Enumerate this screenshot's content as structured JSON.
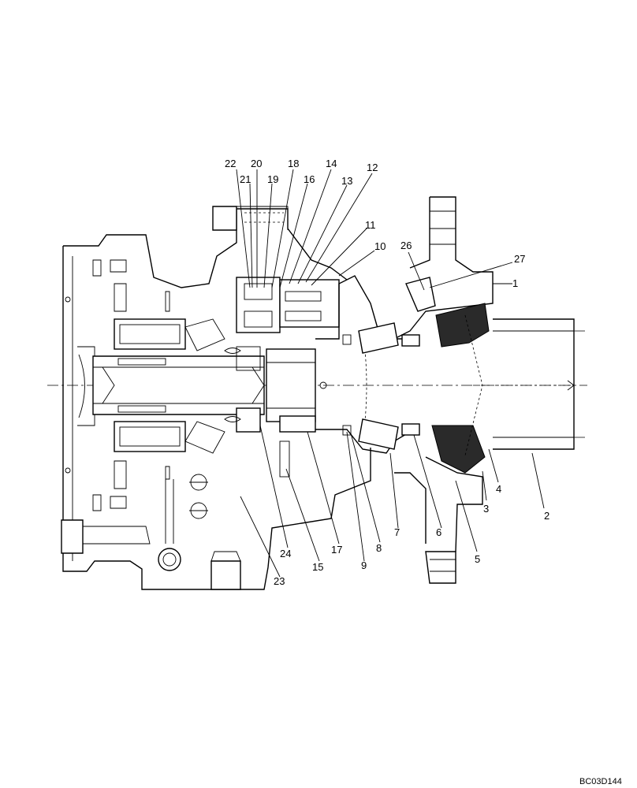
{
  "diagram": {
    "callouts": [
      {
        "id": "c22",
        "label": "22"
      },
      {
        "id": "c20",
        "label": "20"
      },
      {
        "id": "c18",
        "label": "18"
      },
      {
        "id": "c14",
        "label": "14"
      },
      {
        "id": "c12",
        "label": "12"
      },
      {
        "id": "c21",
        "label": "21"
      },
      {
        "id": "c19",
        "label": "19"
      },
      {
        "id": "c16",
        "label": "16"
      },
      {
        "id": "c13",
        "label": "13"
      },
      {
        "id": "c11",
        "label": "11"
      },
      {
        "id": "c10",
        "label": "10"
      },
      {
        "id": "c26",
        "label": "26"
      },
      {
        "id": "c27",
        "label": "27"
      },
      {
        "id": "c1",
        "label": "1"
      },
      {
        "id": "c2",
        "label": "2"
      },
      {
        "id": "c4",
        "label": "4"
      },
      {
        "id": "c3",
        "label": "3"
      },
      {
        "id": "c5",
        "label": "5"
      },
      {
        "id": "c6",
        "label": "6"
      },
      {
        "id": "c7",
        "label": "7"
      },
      {
        "id": "c8",
        "label": "8"
      },
      {
        "id": "c9",
        "label": "9"
      },
      {
        "id": "c17",
        "label": "17"
      },
      {
        "id": "c24",
        "label": "24"
      },
      {
        "id": "c15",
        "label": "15"
      },
      {
        "id": "c23",
        "label": "23"
      }
    ],
    "reference_code": "BC03D144"
  }
}
